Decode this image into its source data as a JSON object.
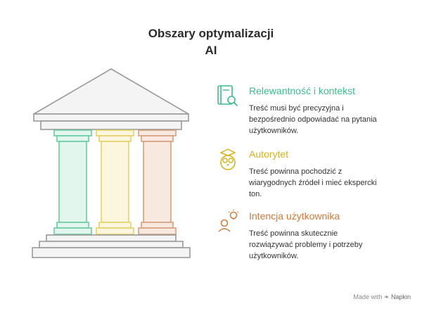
{
  "title": {
    "line1": "Obszary optymalizacji",
    "line2": "AI"
  },
  "items": [
    {
      "heading": "Relewantność i kontekst",
      "description": [
        "Treść musi być precyzyjna i",
        "bezpośrednio odpowiadać na pytania",
        "użytkowników."
      ],
      "color": "#3ebc8a",
      "icon": "book-search-icon"
    },
    {
      "heading": "Autorytet",
      "description": [
        "Treść powinna pochodzić z",
        "wiarygodnych źródeł i mieć ekspercki",
        "ton."
      ],
      "color": "#d4b21c",
      "icon": "owl-icon"
    },
    {
      "heading": "Intencja użytkownika",
      "description": [
        "Treść powinna skutecznie",
        "rozwiązywać problemy i potrzeby",
        "użytkowników."
      ],
      "color": "#cc7a3a",
      "icon": "person-idea-icon"
    }
  ],
  "pillar_colors": {
    "green": {
      "fill": "#e3f6ee",
      "stroke": "#62c99d"
    },
    "yellow": {
      "fill": "#fbf6dd",
      "stroke": "#e1d060"
    },
    "orange": {
      "fill": "#f7e9e0",
      "stroke": "#d39a78"
    }
  },
  "footer": {
    "made_with": "Made with",
    "brand": "Napkin"
  }
}
